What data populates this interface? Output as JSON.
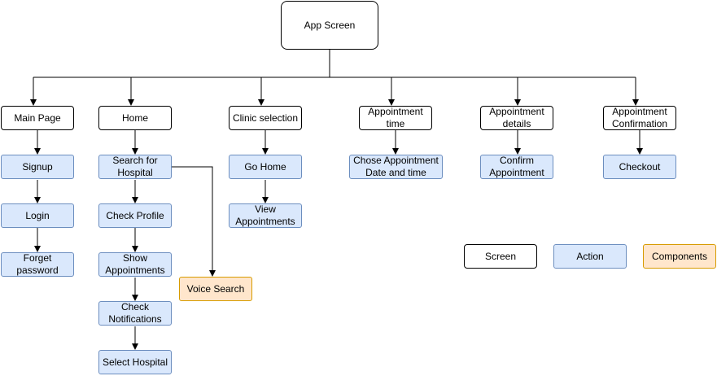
{
  "root": "App Screen",
  "screens": {
    "main_page": "Main Page",
    "home": "Home",
    "clinic_selection": "Clinic selection",
    "appointment_time": "Appointment\ntime",
    "appointment_details": "Appointment\ndetails",
    "appointment_confirmation": "Appointment\nConfirmation"
  },
  "actions": {
    "signup": "Signup",
    "login": "Login",
    "forget_password": "Forget\npassword",
    "search_hospital": "Search for\nHospital",
    "check_profile": "Check Profile",
    "show_appointments": "Show\nAppointments",
    "check_notifications": "Check\nNotifications",
    "select_hospital": "Select Hospital",
    "go_home": "Go Home",
    "view_appointments": "View\nAppointments",
    "chose_date_time": "Chose Appointment\nDate and time",
    "confirm_appointment": "Confirm\nAppointment",
    "checkout": "Checkout"
  },
  "components": {
    "voice_search": "Voice Search"
  },
  "legend": {
    "screen": "Screen",
    "action": "Action",
    "components": "Components"
  },
  "colors": {
    "screen_fill": "#ffffff",
    "action_fill": "#dae8fc",
    "action_stroke": "#6c8ebf",
    "component_fill": "#ffe6cc",
    "component_stroke": "#d79b00"
  }
}
